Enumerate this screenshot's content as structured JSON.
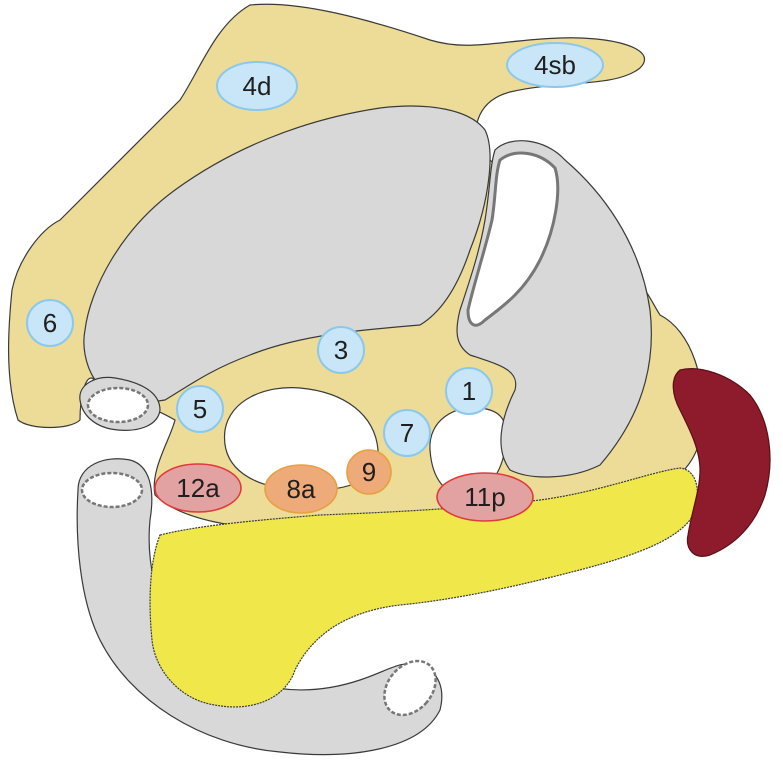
{
  "colors": {
    "omentum": "#ecdc98",
    "organ": "#d8d8d8",
    "pancreas": "#f0e84a",
    "spleen": "#8e1b2b",
    "lumen": "#ffffff",
    "outline": "#3a3a3a",
    "node_blue_fill": "#c8e6f7",
    "node_blue_stroke": "#8cc8ec",
    "node_orange_fill": "#eeaa78",
    "node_orange_stroke": "#e8a040",
    "node_red_fill": "#e2a2a2",
    "node_red_stroke": "#e03a3a"
  },
  "lymph_nodes": {
    "n4d": "4d",
    "n4sb": "4sb",
    "n6": "6",
    "n3": "3",
    "n1": "1",
    "n5": "5",
    "n7": "7",
    "n12a": "12a",
    "n8a": "8a",
    "n9": "9",
    "n11p": "11p"
  }
}
